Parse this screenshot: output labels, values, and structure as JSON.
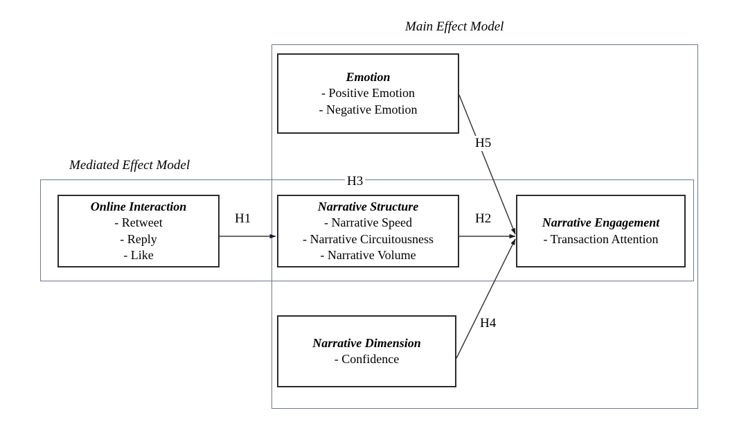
{
  "diagram": {
    "title_main": "Main Effect Model",
    "title_mediated": "Mediated Effect Model",
    "containers": [
      {
        "id": "main-effect",
        "label": "Main Effect Model"
      },
      {
        "id": "mediated-effect",
        "label": "Mediated Effect Model"
      }
    ],
    "boxes": [
      {
        "id": "emotion",
        "title": "Emotion",
        "items": [
          "- Positive Emotion",
          "- Negative Emotion"
        ]
      },
      {
        "id": "online-interaction",
        "title": "Online Interaction",
        "items": [
          "- Retweet",
          "- Reply",
          "- Like"
        ]
      },
      {
        "id": "narrative-structure",
        "title": "Narrative Structure",
        "items": [
          "- Narrative Speed",
          "- Narrative Circuitousness",
          "- Narrative Volume"
        ]
      },
      {
        "id": "narrative-engagement",
        "title": "Narrative Engagement",
        "items": [
          "- Transaction Attention"
        ]
      },
      {
        "id": "narrative-dimension",
        "title": "Narrative Dimension",
        "items": [
          "- Confidence"
        ]
      }
    ],
    "hypotheses": [
      {
        "id": "h1",
        "label": "H1",
        "from": "online-interaction",
        "to": "narrative-structure"
      },
      {
        "id": "h2",
        "label": "H2",
        "from": "narrative-structure",
        "to": "narrative-engagement"
      },
      {
        "id": "h3",
        "label": "H3",
        "from": "online-interaction",
        "to": "narrative-engagement"
      },
      {
        "id": "h4",
        "label": "H4",
        "from": "narrative-dimension",
        "to": "narrative-engagement"
      },
      {
        "id": "h5",
        "label": "H5",
        "from": "emotion",
        "to": "narrative-engagement"
      }
    ],
    "colors": {
      "container_border": "#6b7699",
      "box_border": "#2b2b2b",
      "connector": "#3a3a3a",
      "text": "#000000",
      "background": "#ffffff"
    }
  }
}
